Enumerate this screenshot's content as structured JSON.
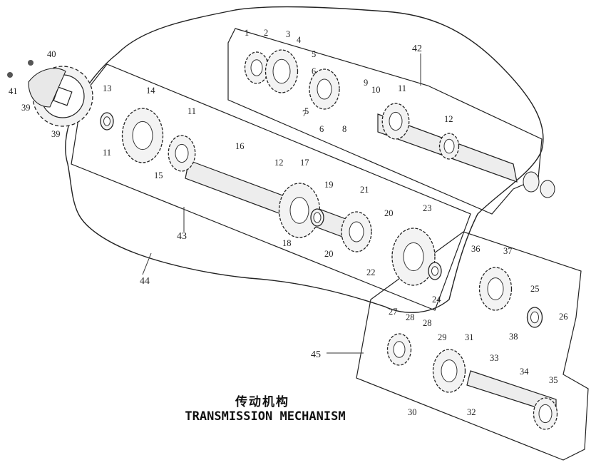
{
  "title_cn": "传动机构",
  "title_en": "TRANSMISSION MECHANISM",
  "part_numbers": [
    "1",
    "2",
    "3",
    "4",
    "5",
    "6",
    "7",
    "6",
    "5",
    "8",
    "9",
    "10",
    "11",
    "12",
    "13",
    "11",
    "14",
    "15",
    "11",
    "16",
    "12",
    "17",
    "18",
    "19",
    "20",
    "21",
    "22",
    "20",
    "23",
    "24",
    "25",
    "26",
    "27",
    "28",
    "28",
    "29",
    "30",
    "31",
    "32",
    "33",
    "34",
    "35",
    "36",
    "37",
    "38",
    "39",
    "39",
    "40",
    "41"
  ],
  "group_labels": {
    "g42": "42",
    "g43": "43",
    "g44": "44",
    "g45": "45"
  },
  "colors": {
    "line": "#1a1a1a",
    "gear_fill": "#f4f4f4",
    "gear_dark": "#555555"
  }
}
